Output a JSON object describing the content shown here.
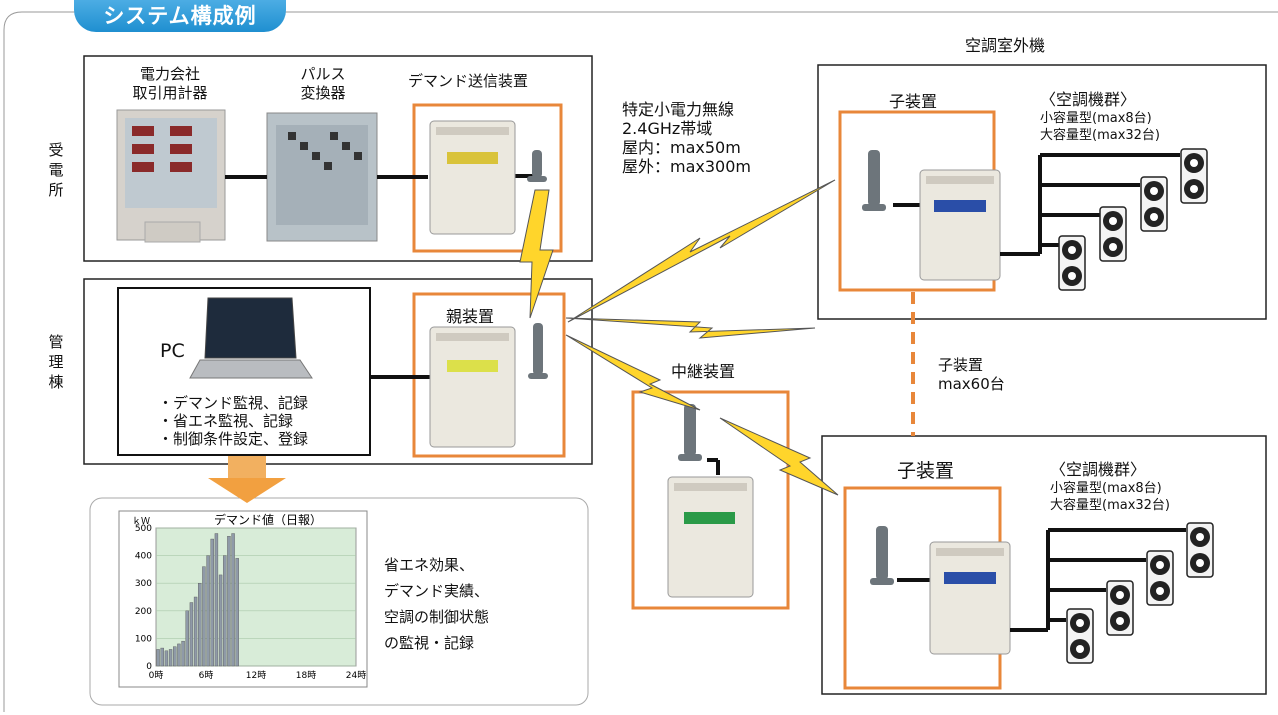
{
  "title": "システム構成例",
  "sections": {
    "substation": [
      "受",
      "電",
      "所"
    ],
    "management": [
      "管",
      "理",
      "棟"
    ]
  },
  "devices": {
    "meter": [
      "電力会社",
      "取引用計器"
    ],
    "pulse": [
      "パルス",
      "変換器"
    ],
    "demand_sender": "デマンド送信装置",
    "parent": "親装置",
    "relay": "中継装置",
    "child_top": "子装置",
    "child_bottom": "子装置",
    "outdoor": "空調室外機"
  },
  "wireless": [
    "特定小電力無線",
    "2.4GHz帯域",
    "屋内：max50m",
    "屋外：max300m"
  ],
  "child_count": [
    "子装置",
    "max60台"
  ],
  "ac_group_top": {
    "title": "〈空調機群〉",
    "small": "小容量型(max8台)",
    "large": "大容量型(max32台)"
  },
  "ac_group_bottom": {
    "title": "〈空調機群〉",
    "small": "小容量型(max8台)",
    "large": "大容量型(max32台)"
  },
  "pc": {
    "label": "PC",
    "features": [
      "・デマンド監視、記録",
      "・省エネ監視、記録",
      "・制御条件設定、登録"
    ]
  },
  "monitor_text": [
    "省エネ効果、",
    "デマンド実績、",
    "空調の制御状態",
    "の監視・記録"
  ],
  "chart_data": {
    "type": "bar",
    "title": "デマンド値（日報）",
    "ylabel": "ｋＷ",
    "ylim": [
      0,
      500
    ],
    "yticks": [
      0,
      100,
      200,
      300,
      400,
      500
    ],
    "xticks": [
      "0時",
      "6時",
      "12時",
      "18時",
      "24時"
    ],
    "values": [
      60,
      65,
      55,
      60,
      70,
      80,
      90,
      200,
      230,
      250,
      300,
      360,
      400,
      460,
      480,
      330,
      400,
      470,
      480,
      390,
      0,
      0,
      0,
      0,
      0,
      0,
      0,
      0,
      0,
      0,
      0,
      0,
      0,
      0,
      0,
      0,
      0,
      0,
      0,
      0,
      0,
      0,
      0,
      0,
      0,
      0,
      0,
      0
    ],
    "bar_color": "#8f9aa8",
    "bg_color": "#d8ecd8"
  }
}
